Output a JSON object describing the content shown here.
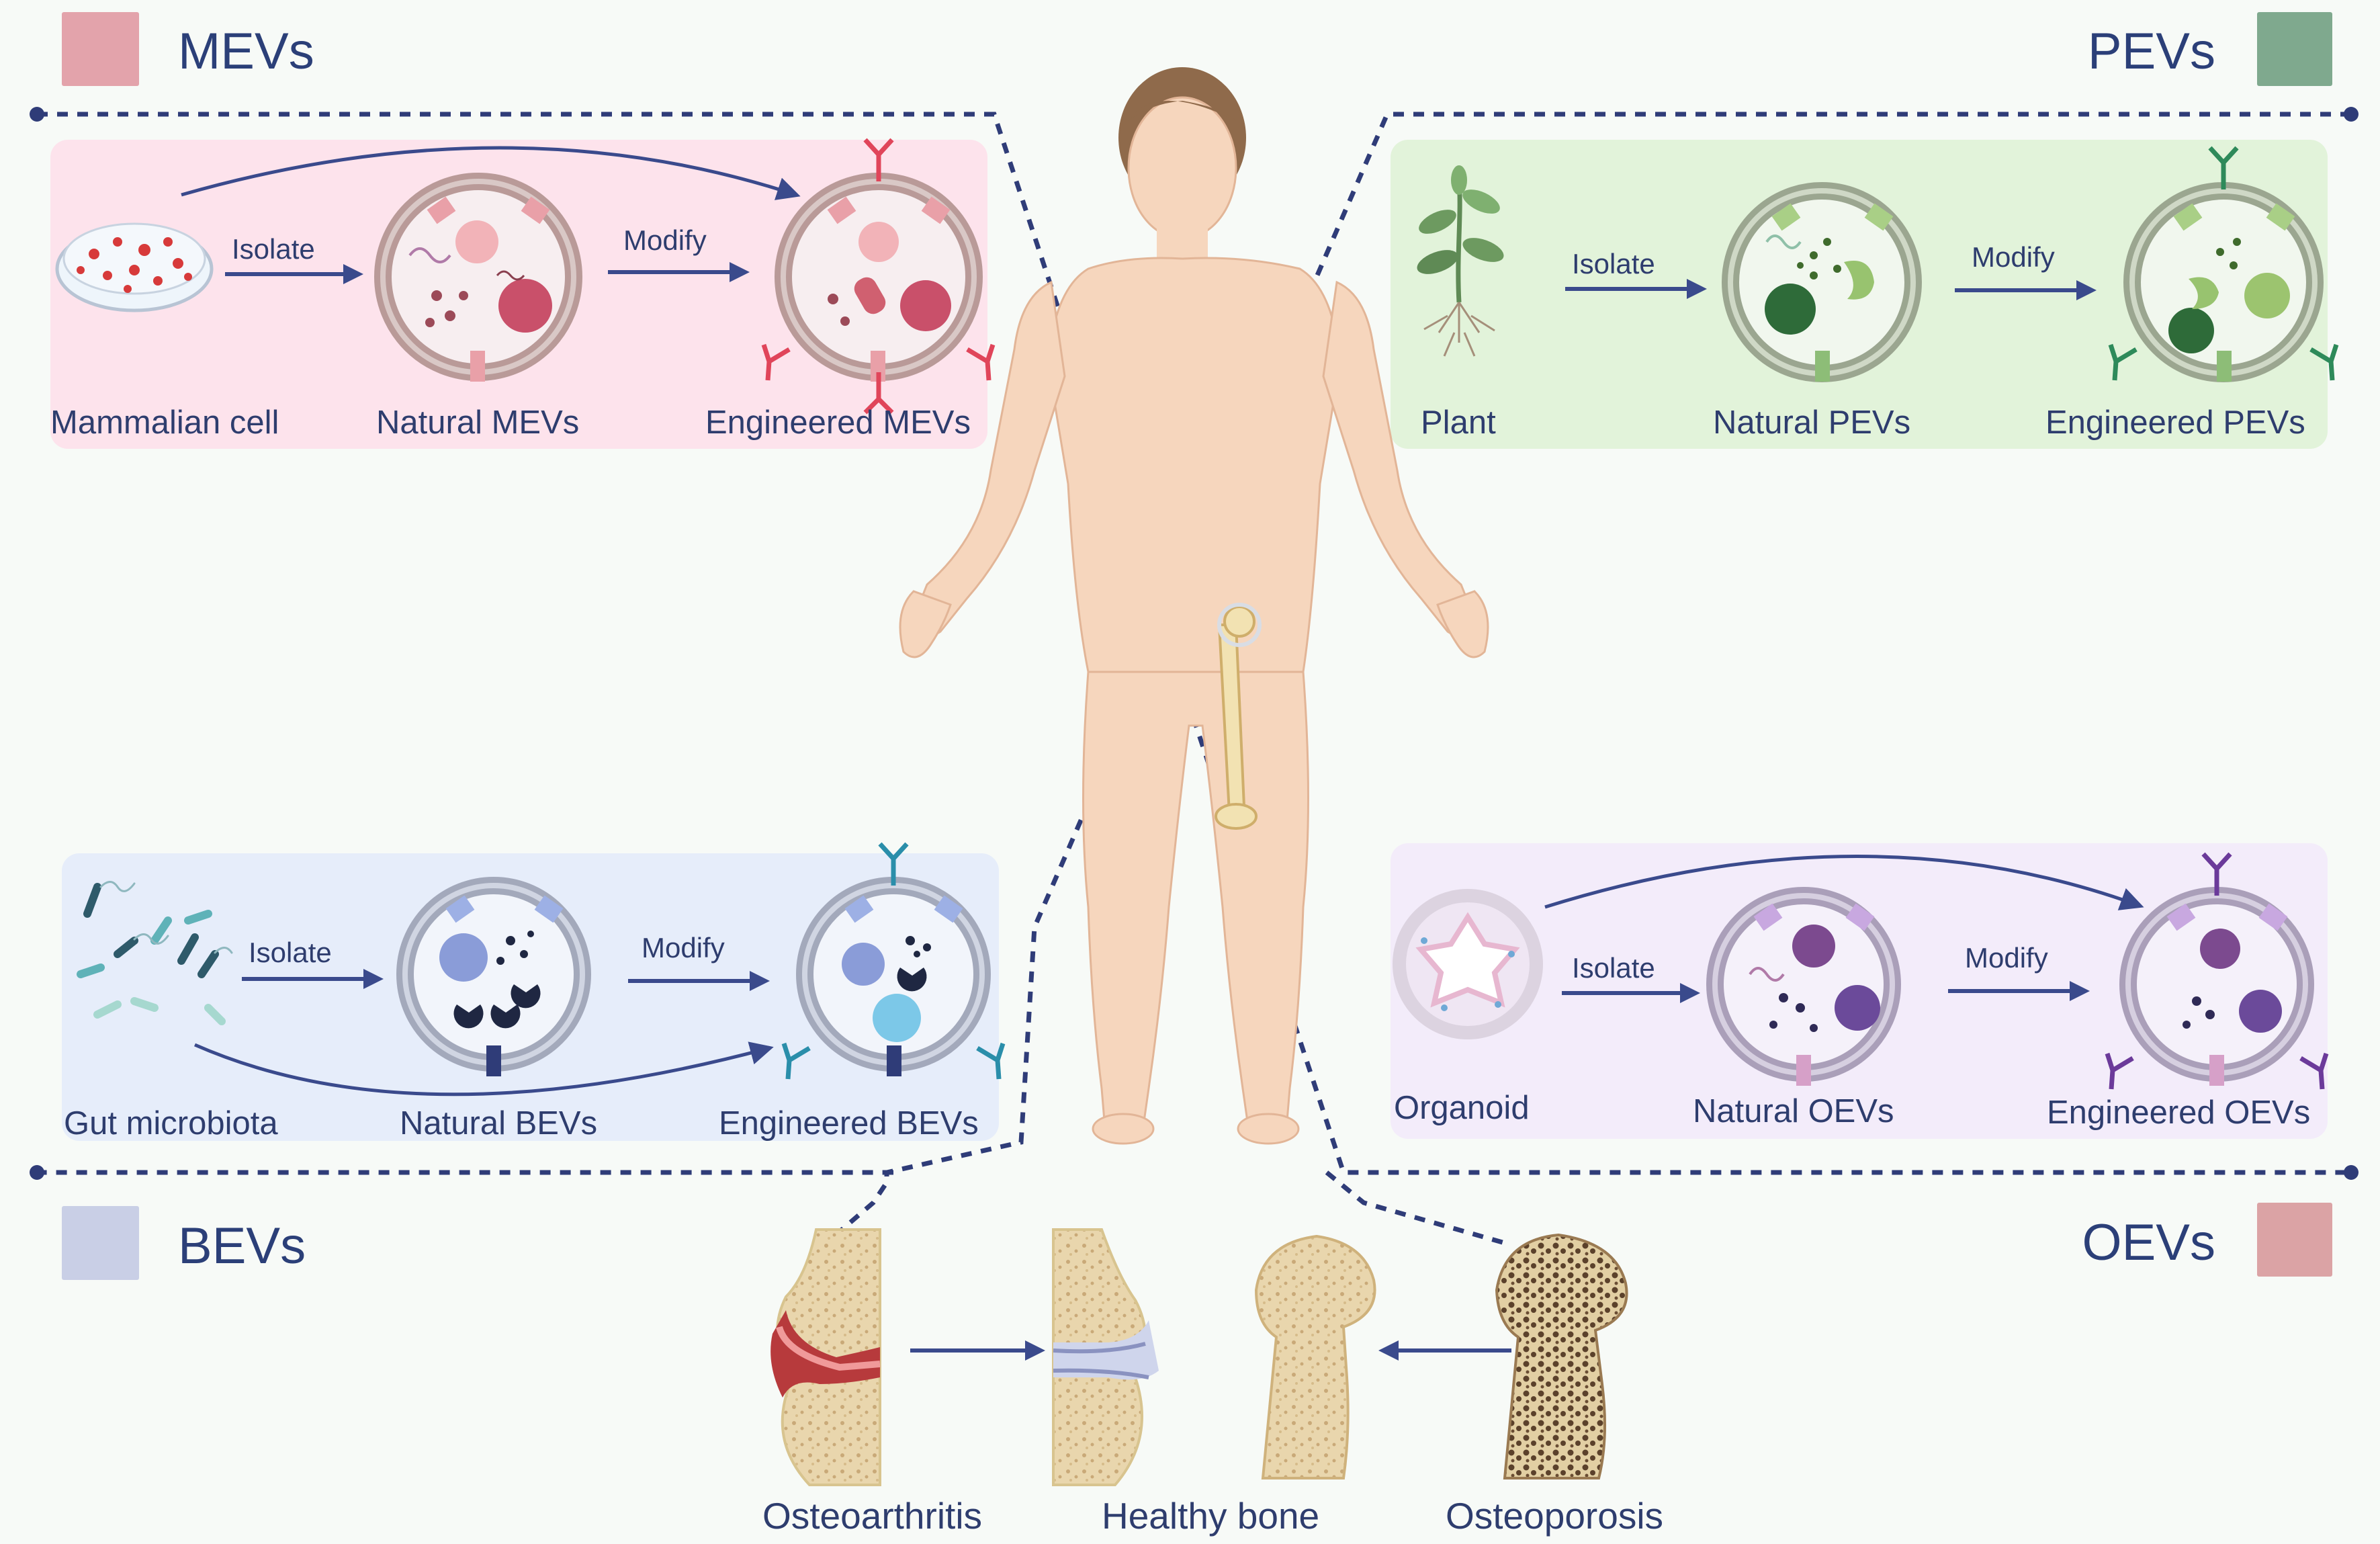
{
  "colors": {
    "mevs": "#e3a3ab",
    "pevs": "#7fa98e",
    "bevs": "#c9cfe6",
    "oevs": "#dba3a5",
    "dash_line": "#2f3c78",
    "arrow": "#3a4a8c",
    "skin": "#f6d6bd",
    "hair": "#8f6a4b"
  },
  "quadrants": {
    "mevs": {
      "title": "MEVs",
      "source_label": "Mammalian cell",
      "isolate_label": "Isolate",
      "natural_label": "Natural MEVs",
      "modify_label": "Modify",
      "engineered_label": "Engineered MEVs",
      "source_icon": "petri-dish-icon"
    },
    "pevs": {
      "title": "PEVs",
      "source_label": "Plant",
      "isolate_label": "Isolate",
      "natural_label": "Natural PEVs",
      "modify_label": "Modify",
      "engineered_label": "Engineered PEVs",
      "source_icon": "plant-icon"
    },
    "bevs": {
      "title": "BEVs",
      "source_label": "Gut microbiota",
      "isolate_label": "Isolate",
      "natural_label": "Natural BEVs",
      "modify_label": "Modify",
      "engineered_label": "Engineered BEVs",
      "source_icon": "bacteria-icon"
    },
    "oevs": {
      "title": "OEVs",
      "source_label": "Organoid",
      "isolate_label": "Isolate",
      "natural_label": "Natural OEVs",
      "modify_label": "Modify",
      "engineered_label": "Engineered OEVs",
      "source_icon": "organoid-icon"
    }
  },
  "bones": {
    "osteoarthritis": "Osteoarthritis",
    "healthy": "Healthy bone",
    "osteoporosis": "Osteoporosis"
  }
}
